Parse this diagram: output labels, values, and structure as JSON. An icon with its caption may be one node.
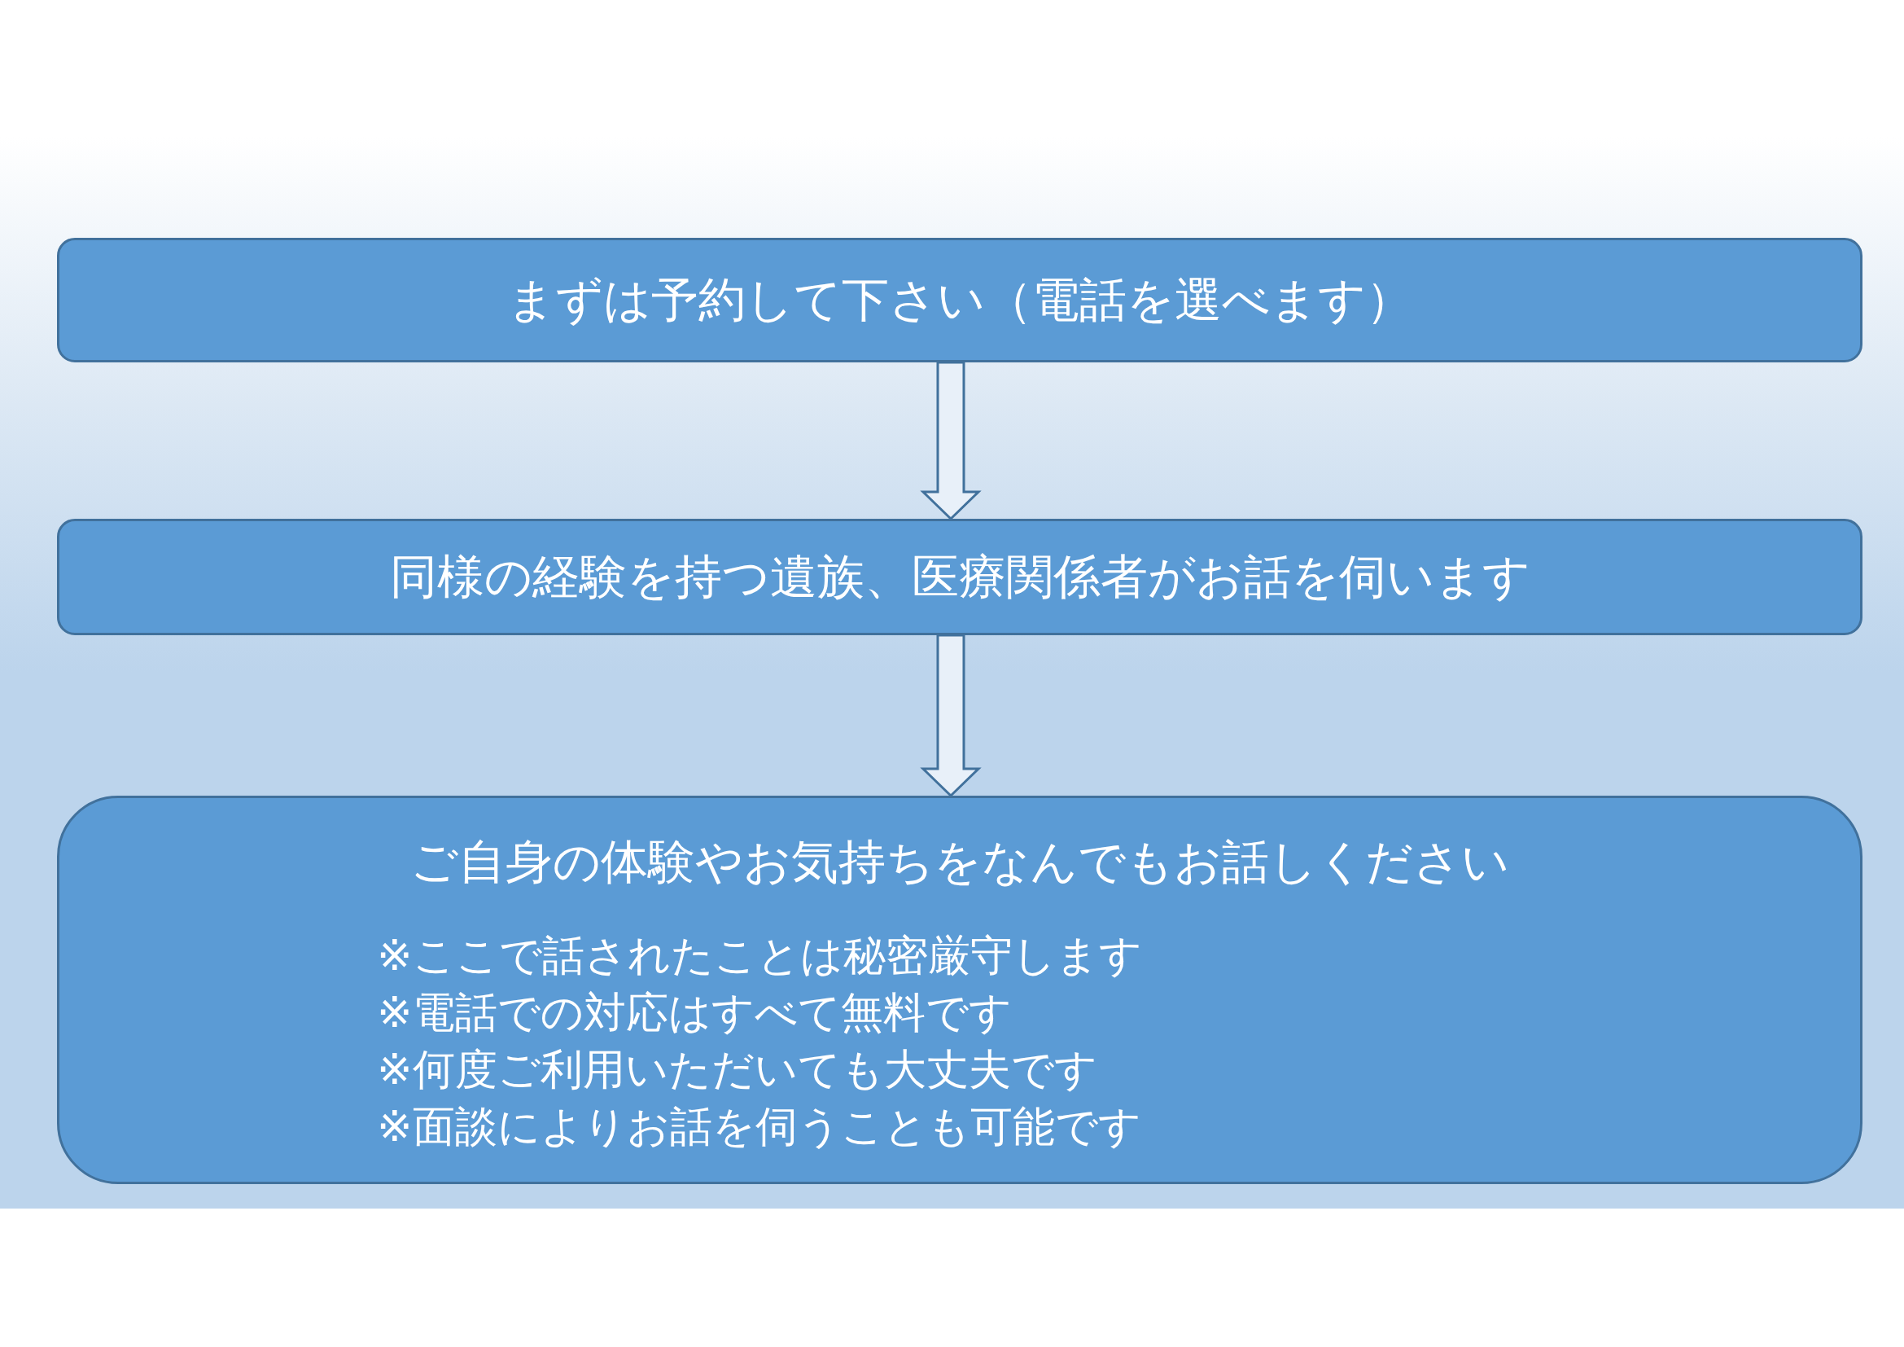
{
  "diagram": {
    "nodes": [
      {
        "text": [
          "まずは予約して下さい（電話を選べます）"
        ]
      },
      {
        "text": [
          "同様の経験を持つ遺族、医療関係者がお話を伺います"
        ]
      },
      {
        "text": [
          "ご自身の体験やお気持ちをなんでもお話しください",
          "※ここで話されたことは秘密厳守します",
          "※電話での対応はすべて無料です",
          "※何度ご利用いただいても大丈夫です",
          "※面談によりお話を伺うことも可能です"
        ]
      }
    ],
    "edges": [
      {
        "from": 0,
        "to": 1,
        "arrow": "to"
      },
      {
        "from": 1,
        "to": 2,
        "arrow": "to"
      }
    ]
  }
}
